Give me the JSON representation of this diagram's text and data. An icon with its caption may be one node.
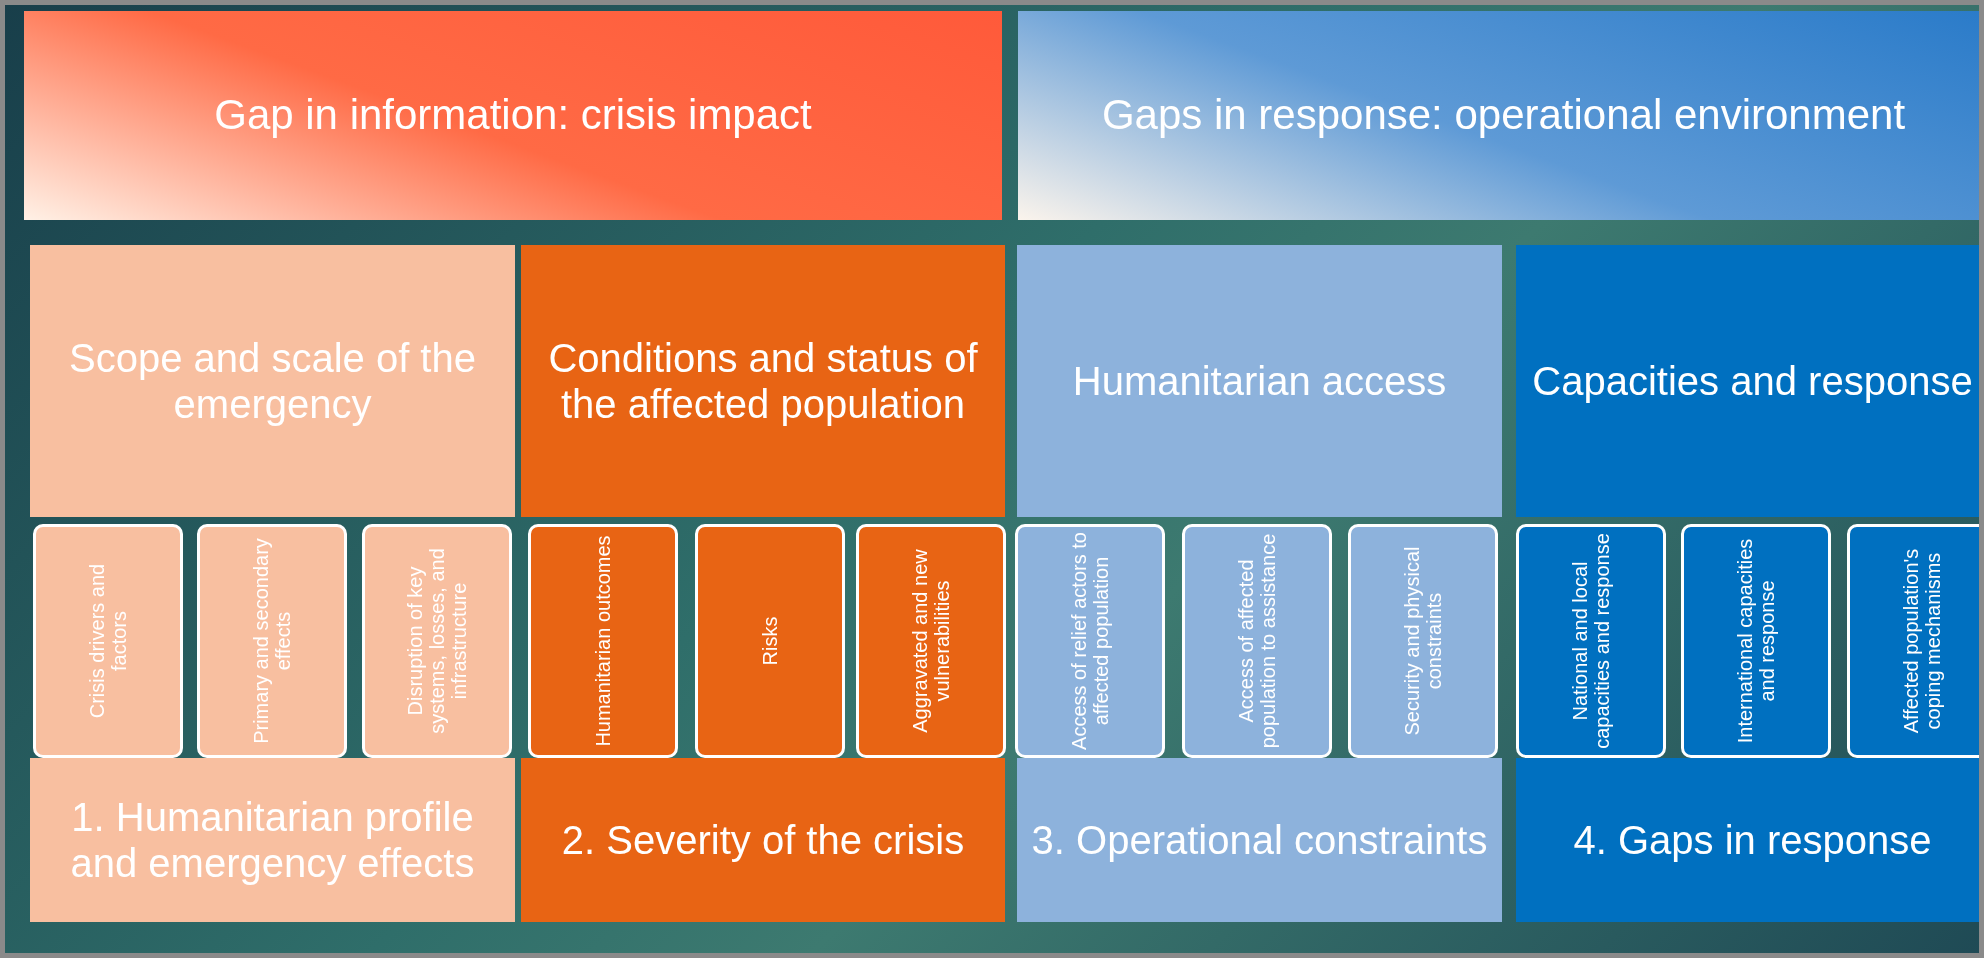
{
  "diagram": {
    "nodes": [
      {
        "text": [
          "Gap in information: crisis impact"
        ]
      },
      {
        "text": [
          "Gaps in response: operational environment"
        ]
      },
      {
        "text": [
          "Scope and scale of the emergency"
        ]
      },
      {
        "text": [
          "Conditions and status of the affected population"
        ]
      },
      {
        "text": [
          "Humanitarian access"
        ]
      },
      {
        "text": [
          "Capacities and response"
        ]
      },
      {
        "text": [
          "Crisis drivers and factors"
        ]
      },
      {
        "text": [
          "Primary and secondary effects"
        ]
      },
      {
        "text": [
          "Disruption of key systems, losses, and infrastructure"
        ]
      },
      {
        "text": [
          "Humanitarian outcomes"
        ]
      },
      {
        "text": [
          "Risks"
        ]
      },
      {
        "text": [
          "Aggravated and new vulnerabilities"
        ]
      },
      {
        "text": [
          "Access of relief actors to affected population"
        ]
      },
      {
        "text": [
          "Access of affected population to assistance"
        ]
      },
      {
        "text": [
          "Security and physical constraints"
        ]
      },
      {
        "text": [
          "National and local capacities and response"
        ]
      },
      {
        "text": [
          "International capacities and response"
        ]
      },
      {
        "text": [
          "Affected population's coping mechanisms"
        ]
      },
      {
        "text": [
          "1. Humanitarian profile and emergency effects"
        ]
      },
      {
        "text": [
          "2. Severity of the crisis"
        ]
      },
      {
        "text": [
          "3. Operational constraints"
        ]
      },
      {
        "text": [
          "4. Gaps in response"
        ]
      }
    ]
  }
}
